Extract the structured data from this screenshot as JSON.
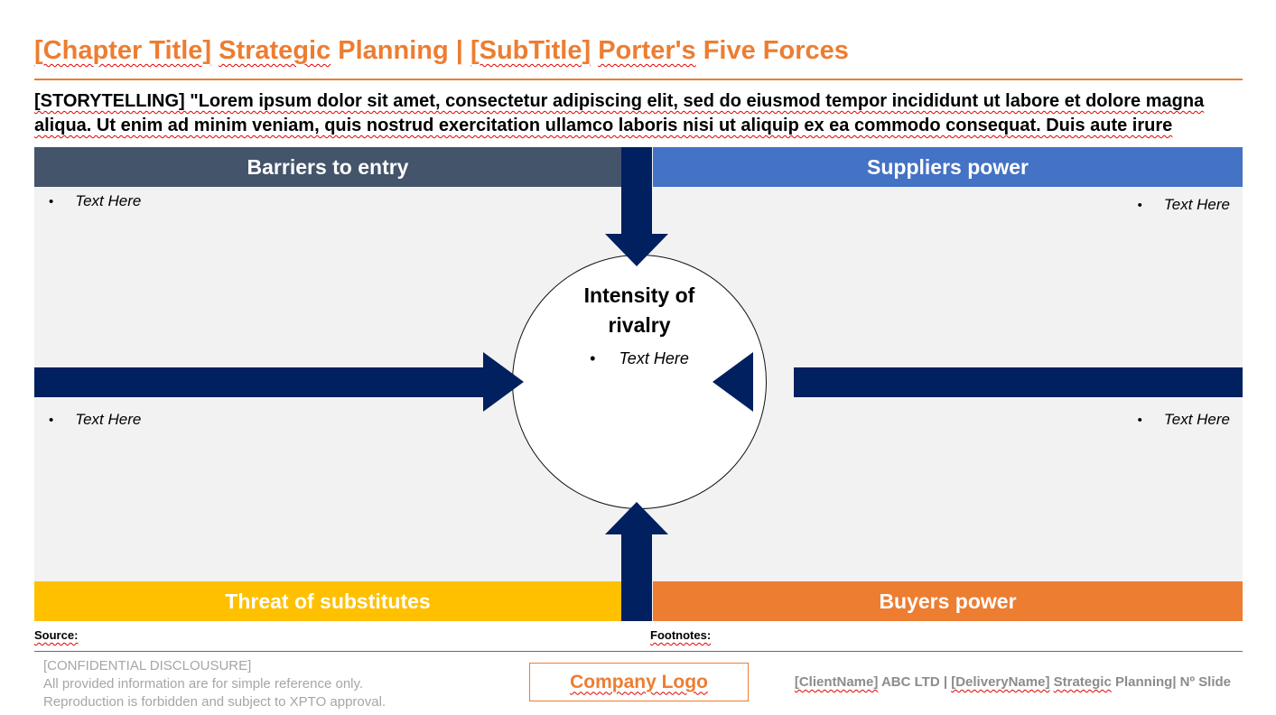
{
  "title": {
    "segments": [
      {
        "text": "[Chapter Title]",
        "wavy": true
      },
      {
        "text": " ",
        "wavy": false
      },
      {
        "text": "Strategic",
        "wavy": true
      },
      {
        "text": " Planning | ",
        "wavy": false
      },
      {
        "text": "[SubTitle]",
        "wavy": true
      },
      {
        "text": " ",
        "wavy": false
      },
      {
        "text": "Porter's",
        "wavy": true
      },
      {
        "text": " Five Forces",
        "wavy": false
      }
    ],
    "color": "#ED7D31"
  },
  "storytelling": {
    "lines": [
      "[STORYTELLING] \"Lorem ipsum dolor sit amet, consectetur adipiscing elit, sed do eiusmod tempor incididunt ut labore et dolore magna",
      "aliqua. Ut enim ad minim veniam, quis nostrud exercitation ullamco laboris nisi ut aliquip ex ea commodo consequat. Duis aute irure"
    ]
  },
  "diagram": {
    "background": "#F2F2F2",
    "arrow_color": "#002060",
    "quadrants": [
      {
        "position": "top-left",
        "label": "Barriers to entry",
        "color": "#44546A",
        "bullet": "Text Here"
      },
      {
        "position": "top-right",
        "label": "Suppliers power",
        "color": "#4472C4",
        "bullet": "Text Here"
      },
      {
        "position": "bottom-left",
        "label": "Threat of substitutes",
        "color": "#FFC000",
        "bullet": "Text Here"
      },
      {
        "position": "bottom-right",
        "label": "Buyers power",
        "color": "#ED7D31",
        "bullet": "Text Here"
      }
    ],
    "bullet_marker": "•",
    "center": {
      "title": "Intensity of rivalry",
      "bullet": "Text Here"
    }
  },
  "footer": {
    "source_label": "Source:",
    "footnotes_label": "Footnotes:",
    "confidential_lines": [
      "[CONFIDENTIAL DISCLOUSURE]",
      "All provided information are for simple reference only.",
      "Reproduction is forbidden and subject to XPTO approval."
    ],
    "company_logo": "Company Logo",
    "client_segments": [
      {
        "text": "[ClientName]",
        "wavy": true
      },
      {
        "text": " ABC LTD | ",
        "wavy": false
      },
      {
        "text": "[DeliveryName]",
        "wavy": true
      },
      {
        "text": " ",
        "wavy": false
      },
      {
        "text": "Strategic",
        "wavy": true
      },
      {
        "text": " Planning| Nº Slide",
        "wavy": false
      }
    ]
  }
}
